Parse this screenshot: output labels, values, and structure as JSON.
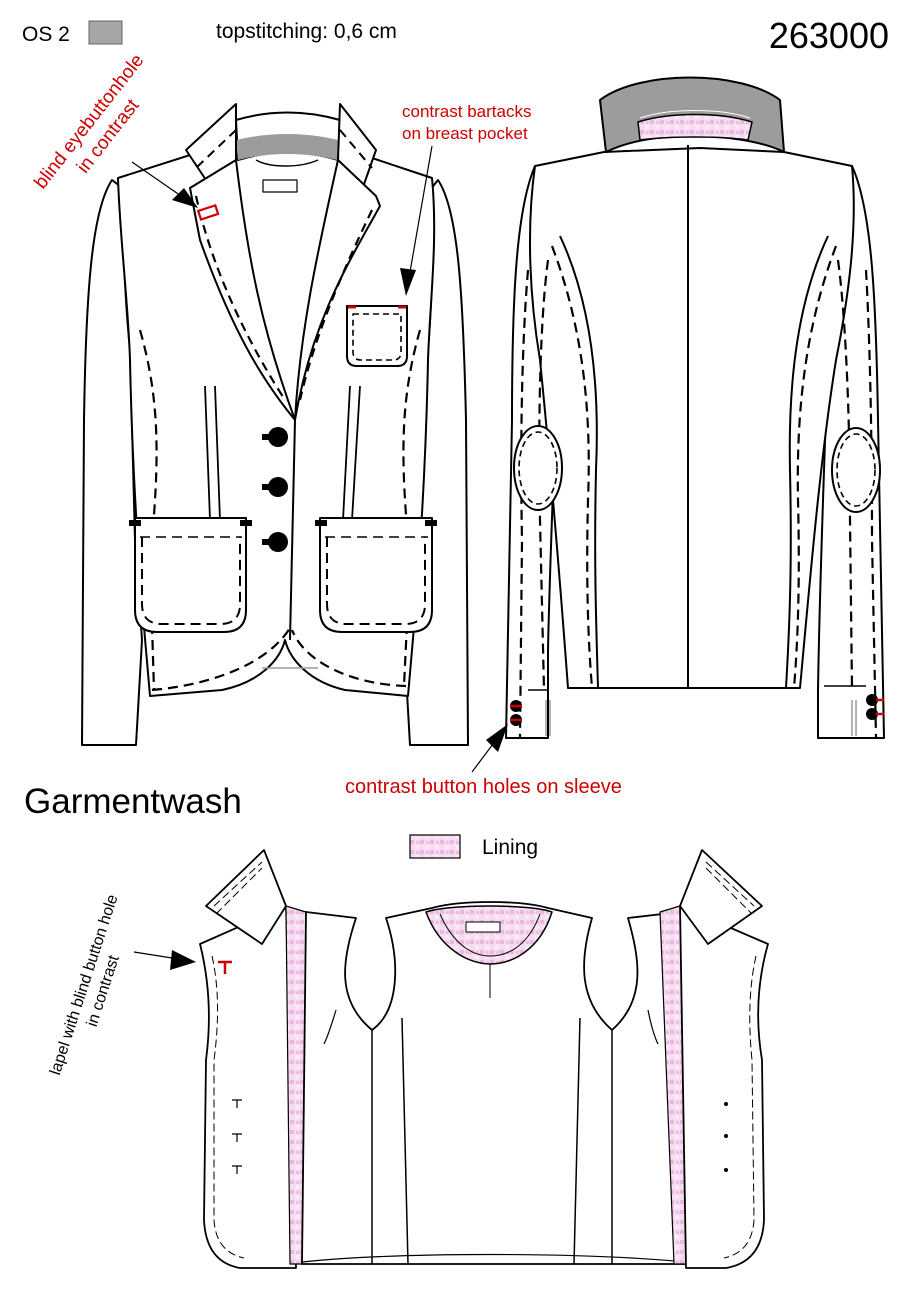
{
  "header": {
    "fabric_code": "OS 2",
    "fabric_swatch_color": "#a6a6a6",
    "topstitching": "topstitching: 0,6 cm",
    "style_number": "263000"
  },
  "annotations": {
    "eyebuttonhole_line1": "blind eyebuttonhole",
    "eyebuttonhole_line2": "in contrast",
    "bartacks_line1": "contrast bartacks",
    "bartacks_line2": "on breast pocket",
    "sleeve_buttonholes": "contrast button holes on sleeve",
    "lapel_line1": "lapel with blind button hole",
    "lapel_line2": "in contrast"
  },
  "finish": "Garmentwash",
  "legend": {
    "lining_label": "Lining",
    "lining_color": "#f2c8ea"
  },
  "colors": {
    "contrast": "#cc0000",
    "outline": "#000000",
    "collar_gray": "#9c9c9c"
  }
}
